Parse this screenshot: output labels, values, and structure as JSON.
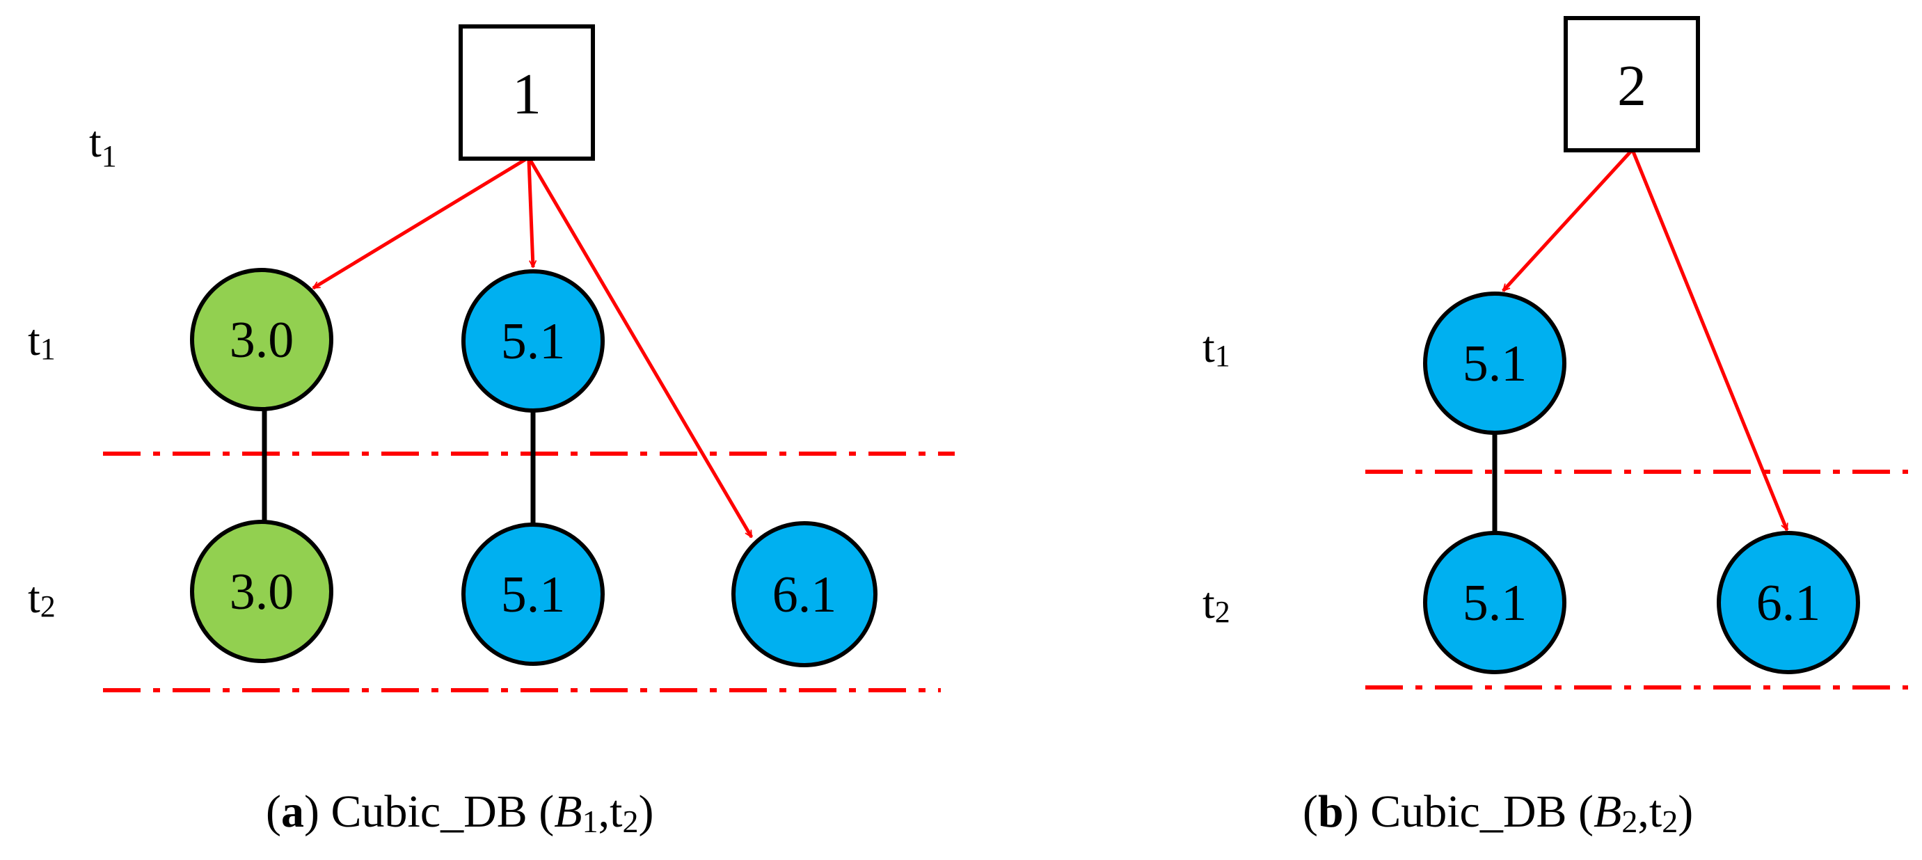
{
  "colors": {
    "green_node": "#92d050",
    "blue_node": "#00b0f0",
    "arrow": "#ff0000",
    "divider": "#ff0000",
    "outline": "#000000"
  },
  "panel_a": {
    "box_label": "1",
    "time_labels": [
      {
        "base": "t",
        "sub": "1"
      },
      {
        "base": "t",
        "sub": "1"
      },
      {
        "base": "t",
        "sub": "2"
      }
    ],
    "nodes": {
      "green_t1": "3.0",
      "blue_t1": "5.1",
      "green_t2": "3.0",
      "blue_t2": "5.1",
      "blue2_t2": "6.1"
    },
    "caption": {
      "open": "(",
      "letter": "a",
      "close": ")",
      "name": " Cubic_DB (",
      "var": "B",
      "var_sub": "1",
      "comma": ",t",
      "t_sub": "2",
      "end": ")"
    }
  },
  "panel_b": {
    "box_label": "2",
    "time_labels": [
      {
        "base": "t",
        "sub": "1"
      },
      {
        "base": "t",
        "sub": "2"
      }
    ],
    "nodes": {
      "blue_t1": "5.1",
      "blue_t2": "5.1",
      "blue2_t2": "6.1"
    },
    "caption": {
      "open": "(",
      "letter": "b",
      "close": ")",
      "name": " Cubic_DB (",
      "var": "B",
      "var_sub": "2",
      "comma": ",t",
      "t_sub": "2",
      "end": ")"
    }
  }
}
